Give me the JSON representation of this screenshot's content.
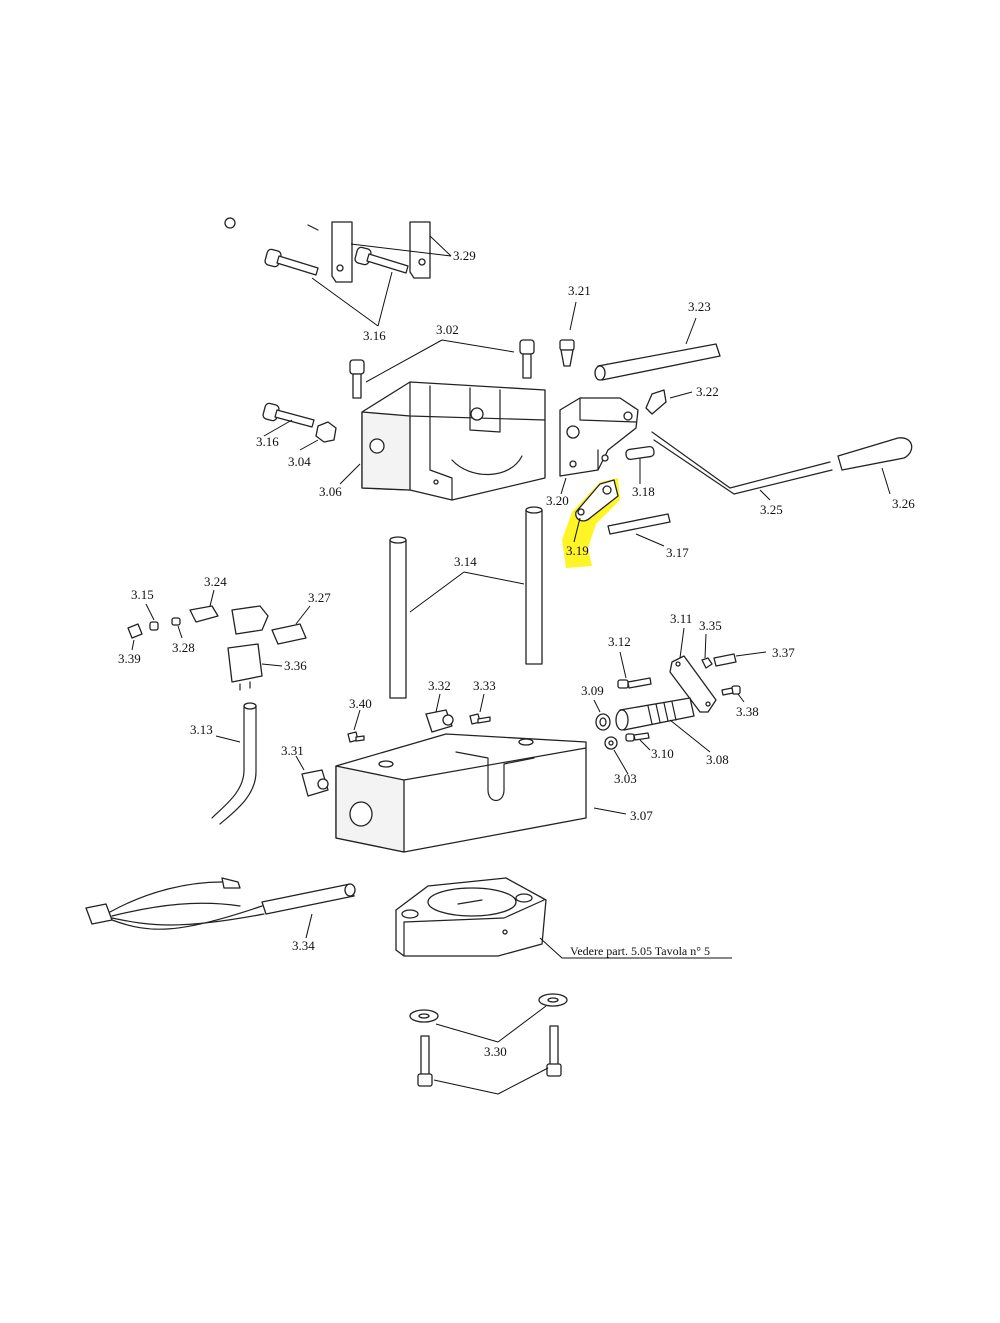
{
  "labels": {
    "p3_29": "3.29",
    "p3_16a": "3.16",
    "p3_02": "3.02",
    "p3_21": "3.21",
    "p3_23": "3.23",
    "p3_22": "3.22",
    "p3_16b": "3.16",
    "p3_04": "3.04",
    "p3_06": "3.06",
    "p3_20": "3.20",
    "p3_18": "3.18",
    "p3_25": "3.25",
    "p3_26": "3.26",
    "p3_19": "3.19",
    "p3_17": "3.17",
    "p3_14": "3.14",
    "p3_24": "3.24",
    "p3_15": "3.15",
    "p3_27": "3.27",
    "p3_28": "3.28",
    "p3_39": "3.39",
    "p3_36": "3.36",
    "p3_11": "3.11",
    "p3_35": "3.35",
    "p3_37": "3.37",
    "p3_12": "3.12",
    "p3_09": "3.09",
    "p3_38": "3.38",
    "p3_32": "3.32",
    "p3_33": "3.33",
    "p3_40": "3.40",
    "p3_13": "3.13",
    "p3_10": "3.10",
    "p3_08": "3.08",
    "p3_03": "3.03",
    "p3_31": "3.31",
    "p3_07": "3.07",
    "p3_34": "3.34",
    "note_vedere": "Vedere part. 5.05 Tavola n° 5",
    "p3_30": "3.30"
  },
  "highlighted_part": "3.19",
  "highlight_color": "#fff200"
}
